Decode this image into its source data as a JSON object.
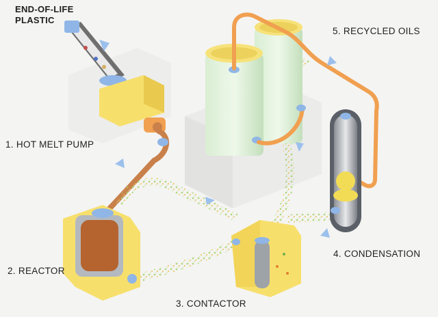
{
  "labels": {
    "feedstock": "END-OF-LIFE\nPLASTIC",
    "pump": "1. HOT MELT PUMP",
    "reactor": "2. REACTOR",
    "contactor": "3. CONTACTOR",
    "condensation": "4. CONDENSATION",
    "oils": "5. RECYCLED OILS"
  },
  "colors": {
    "housing_yellow": "#f7e27a",
    "pipe_copper": "#c9804a",
    "pipe_orange": "#f0a050",
    "tank_green": "#cfe8c8",
    "fitting_blue": "#8fb6e6",
    "arrow_blue": "#9cc0ec"
  },
  "icons": [
    "flow-arrow-icon"
  ]
}
